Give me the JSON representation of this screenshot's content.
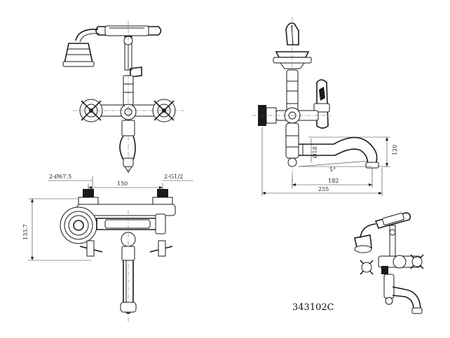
{
  "drawing": {
    "product_code": "343102C",
    "dimensions": {
      "connection_left": "2-Ø67.5",
      "connection_right": "2-G1/2",
      "center_distance": "150",
      "height": "133.7",
      "spout_diameter": "Ø18",
      "spout_angle": "5°",
      "spout_height": "120",
      "spout_reach": "182",
      "overall_depth": "255"
    }
  }
}
